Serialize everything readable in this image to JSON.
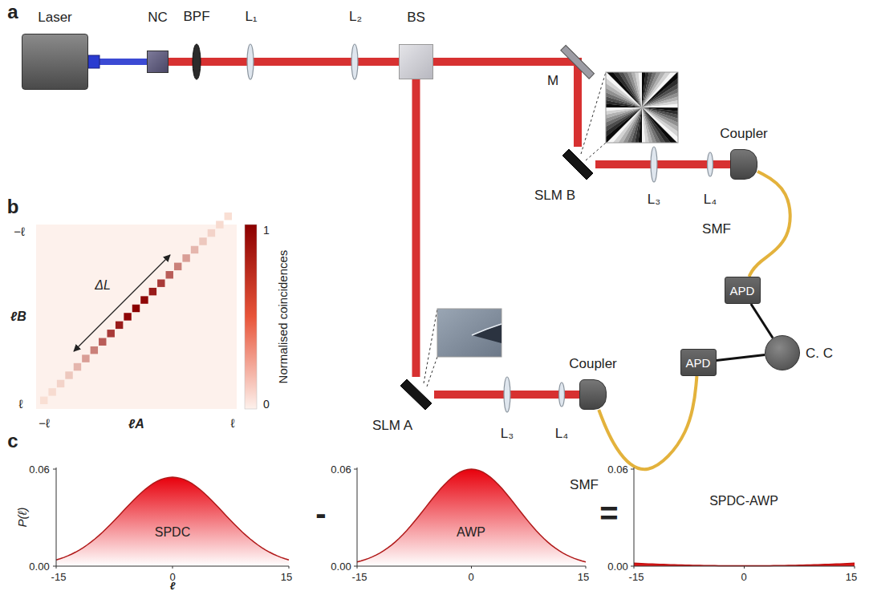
{
  "diagram": {
    "nodes": [
      {
        "text": [
          "Laser"
        ]
      },
      {
        "text": [
          "NC"
        ]
      },
      {
        "text": [
          "BS"
        ]
      },
      {
        "text": [
          "SLM B"
        ]
      },
      {
        "text": [
          "Coupler"
        ]
      },
      {
        "text": [
          "APD"
        ]
      },
      {
        "text": [
          "SLM A"
        ]
      },
      {
        "text": [
          "Coupler"
        ]
      },
      {
        "text": [
          "APD"
        ]
      },
      {
        "text": [
          "C. C"
        ]
      }
    ],
    "edges": [
      {
        "from": 0,
        "to": 1,
        "arrow": "none"
      },
      {
        "from": 1,
        "to": 2,
        "arrow": "none"
      },
      {
        "from": 2,
        "to": 3,
        "arrow": "none"
      },
      {
        "from": 3,
        "to": 4,
        "arrow": "none"
      },
      {
        "from": 2,
        "to": 6,
        "arrow": "none"
      },
      {
        "from": 6,
        "to": 7,
        "arrow": "none"
      },
      {
        "from": 4,
        "to": 5,
        "label": "SMF",
        "arrow": "none"
      },
      {
        "from": 7,
        "to": 8,
        "label": "SMF",
        "arrow": "none"
      },
      {
        "from": 5,
        "to": 9,
        "arrow": "none"
      },
      {
        "from": 8,
        "to": 9,
        "arrow": "none"
      }
    ],
    "labels": [
      "a",
      "BPF",
      "L₁",
      "L₂",
      "M",
      "L₃",
      "L₄",
      "L₃",
      "L₄",
      "b",
      "−ℓ",
      "ℓB",
      "ℓ",
      "−ℓ",
      "ℓA",
      "ℓ",
      "ΔL",
      "1",
      "0",
      "Normalised coincidences",
      "c",
      "P(ℓ)",
      "0.06",
      "0.00",
      "-15",
      "0",
      "15",
      "ℓ",
      "SPDC",
      "-",
      "0.06",
      "0.00",
      "-15",
      "0",
      "15",
      "AWP",
      "=",
      "0.06",
      "0.00",
      "-15",
      "0",
      "15",
      "SPDC-AWP"
    ]
  }
}
